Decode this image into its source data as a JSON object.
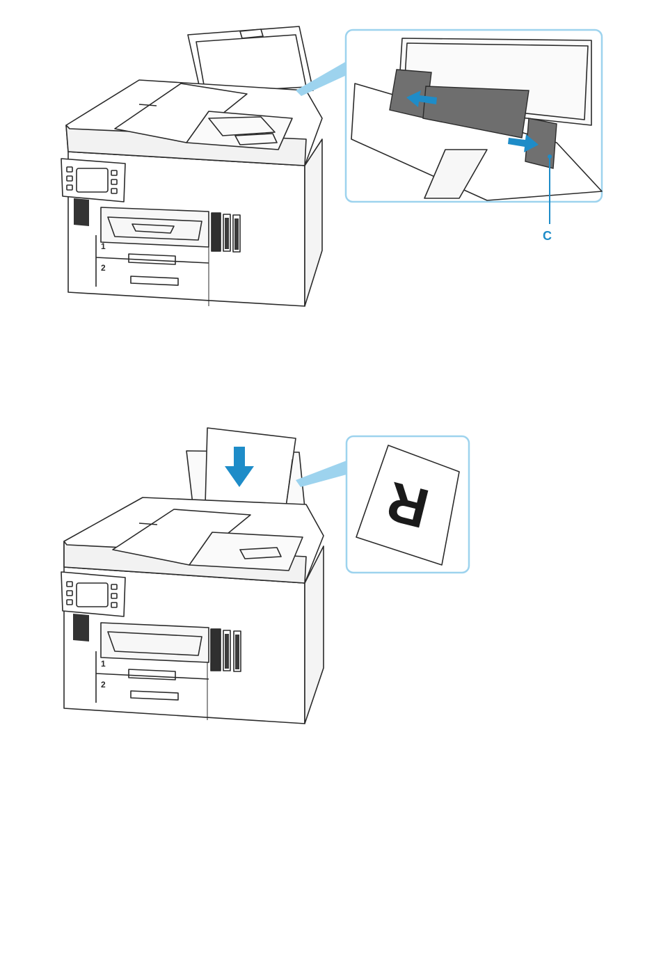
{
  "figure_1": {
    "tray_labels": [
      "1",
      "2"
    ],
    "callout_label": "C"
  },
  "figure_2": {
    "tray_labels": [
      "1",
      "2"
    ],
    "paper_letter": "R"
  },
  "colors": {
    "accent_blue": "#1e8cc8",
    "callout_border": "#9dd3ee",
    "outline": "#2a2a2a",
    "guide_gray": "#6e6e6e"
  }
}
